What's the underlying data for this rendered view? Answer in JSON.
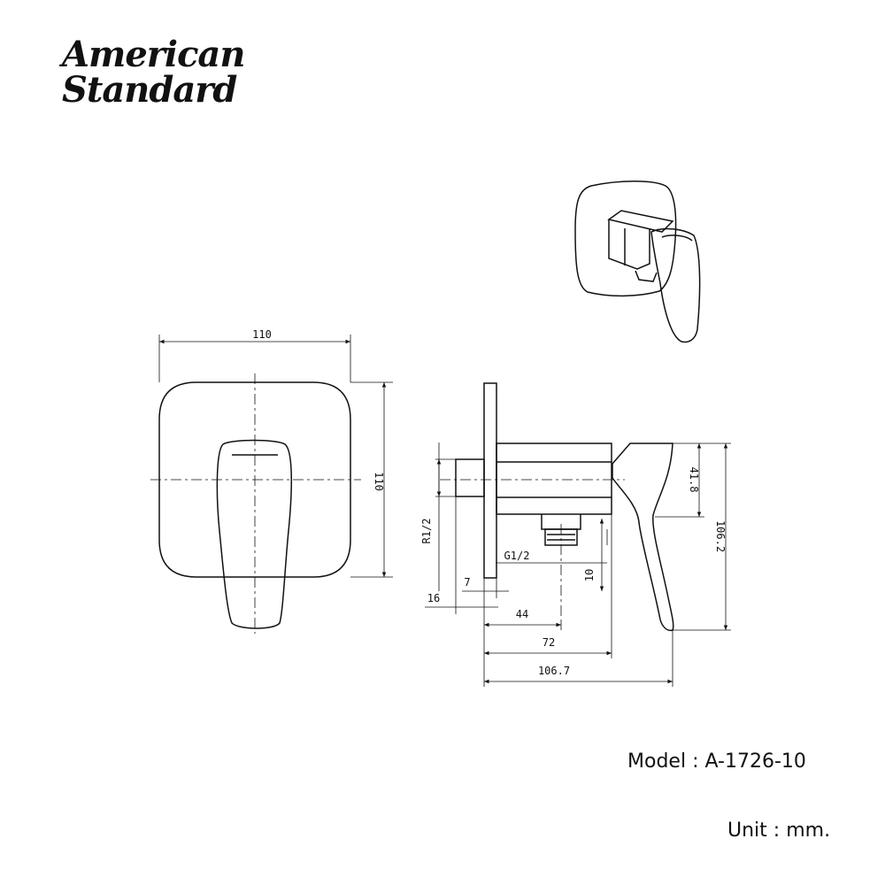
{
  "brand": {
    "line1": "American",
    "line2": "Standard"
  },
  "dimensions": {
    "front_width": "110",
    "front_height": "110",
    "thread_inlet": "R1/2",
    "thread_outlet": "G1/2",
    "d7": "7",
    "d16": "16",
    "d10": "10",
    "d44": "44",
    "d72": "72",
    "d106_7": "106.7",
    "d41_8": "41.8",
    "d106_2": "106.2"
  },
  "info": {
    "model_label": "Model",
    "model_separator": ":",
    "model_value": "A-1726-10",
    "unit_label": "Unit",
    "unit_separator": ":",
    "unit_value": "mm."
  }
}
